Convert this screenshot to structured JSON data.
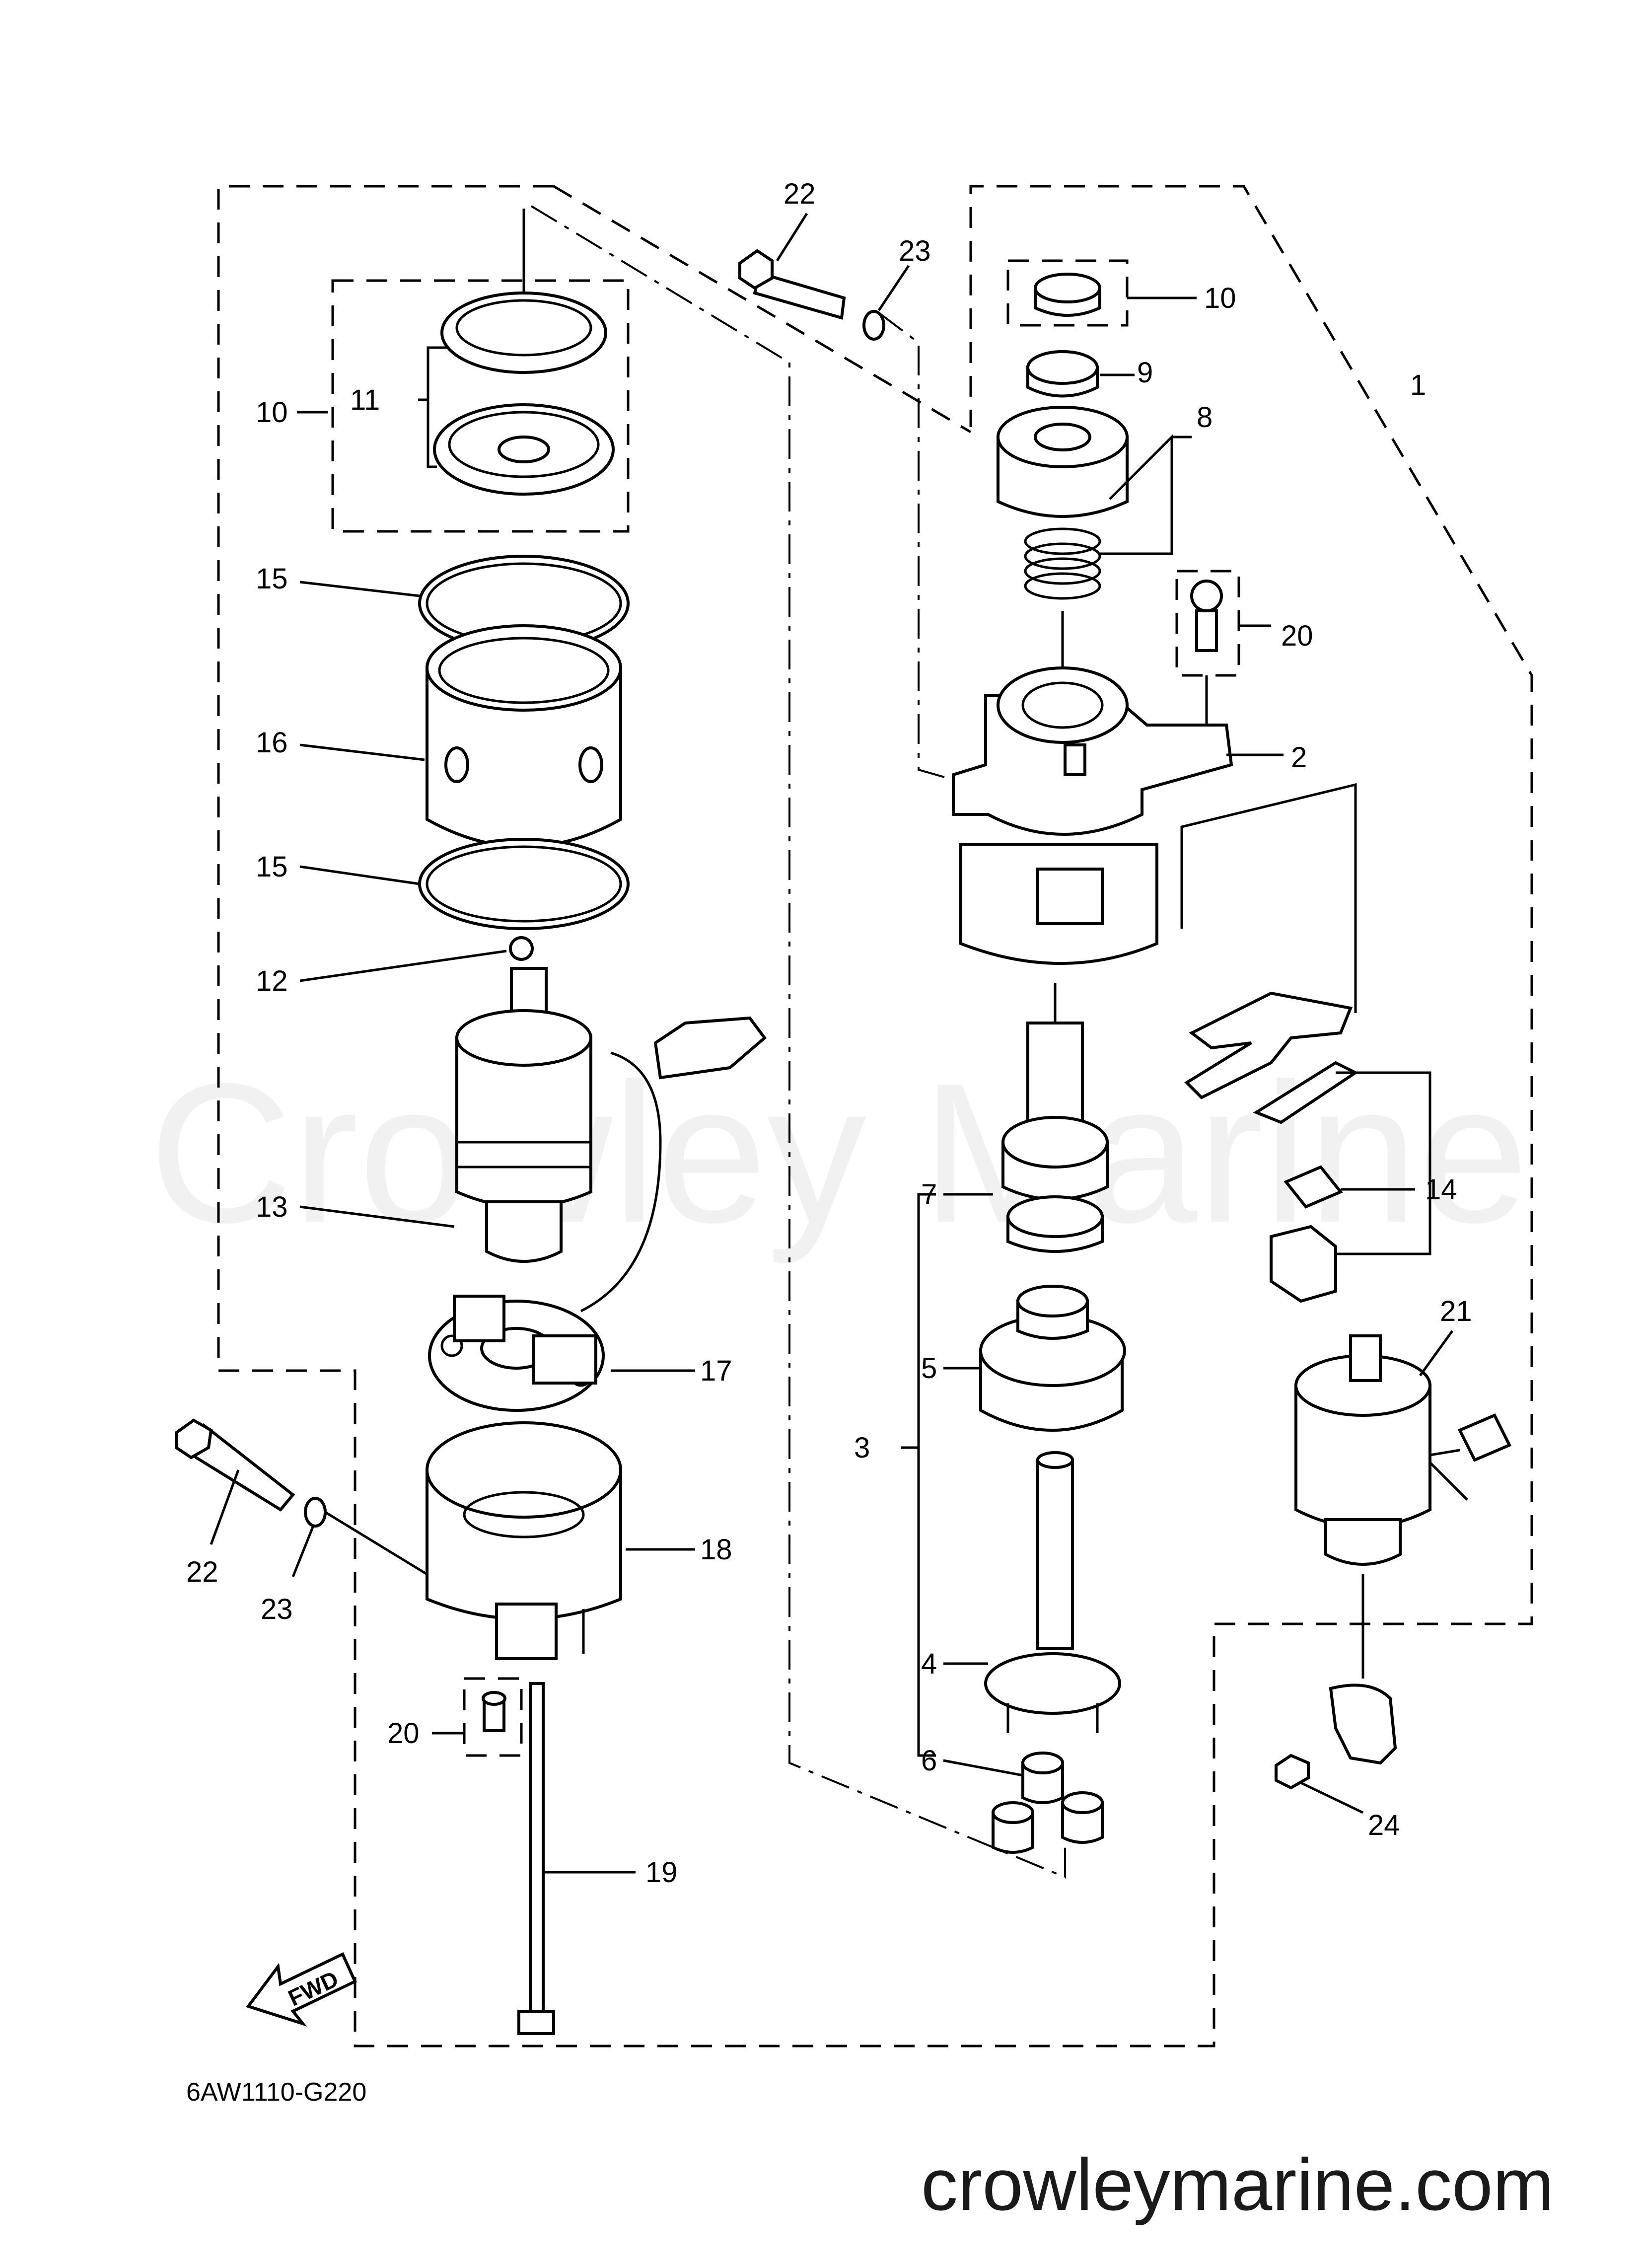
{
  "diagram": {
    "callouts": {
      "c1": "1",
      "c2": "2",
      "c3": "3",
      "c4": "4",
      "c5": "5",
      "c6": "6",
      "c7": "7",
      "c8": "8",
      "c9": "9",
      "c10a": "10",
      "c10b": "10",
      "c11": "11",
      "c12": "12",
      "c13": "13",
      "c14": "14",
      "c15a": "15",
      "c15b": "15",
      "c16": "16",
      "c17": "17",
      "c18": "18",
      "c19": "19",
      "c20a": "20",
      "c20b": "20",
      "c21": "21",
      "c22a": "22",
      "c22b": "22",
      "c23a": "23",
      "c23b": "23",
      "c24": "24"
    },
    "fwd_label": "FWD",
    "drawing_code": "6AW1110-G220",
    "watermark": "Crowley Marine",
    "website": "crowleymarine.com"
  }
}
